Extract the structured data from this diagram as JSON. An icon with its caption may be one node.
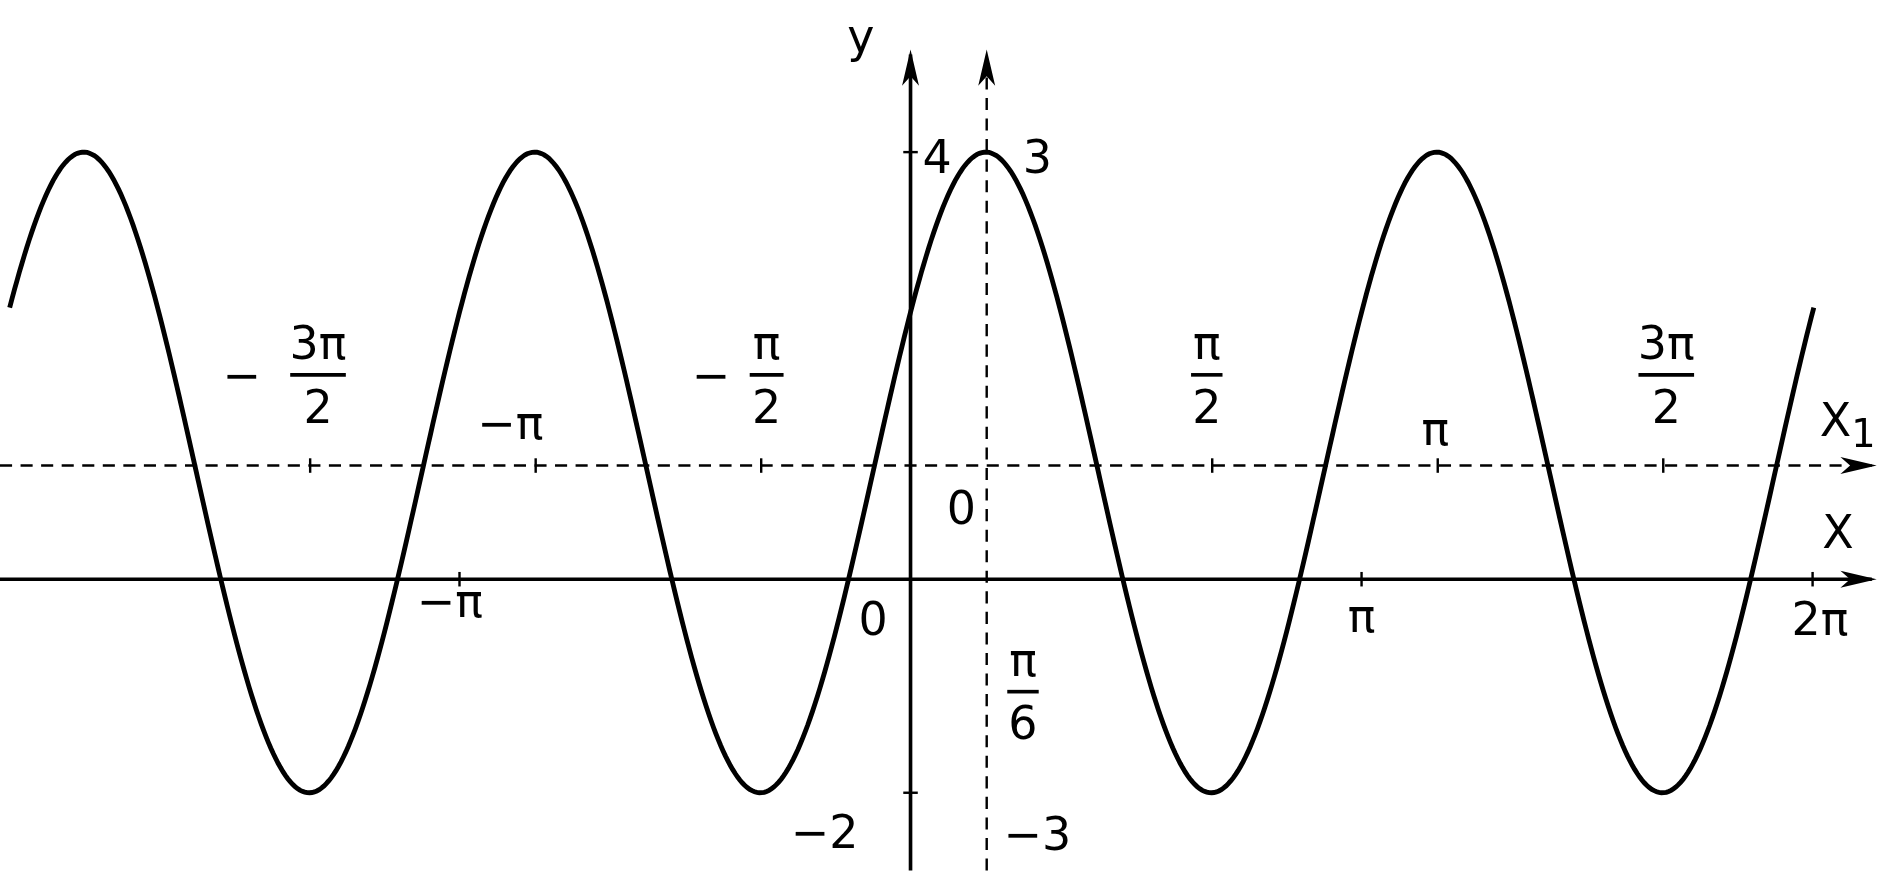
{
  "diagram": {
    "labels": [
      "y",
      "4",
      "3",
      "−",
      "3π",
      "2",
      "−",
      "π",
      "2",
      "π",
      "2",
      "3π",
      "2",
      "X$_{1}$",
      "−π",
      "π",
      "0",
      "X",
      "−π",
      "0",
      "π",
      "2π",
      "π",
      "6",
      "−2",
      "−3"
    ]
  }
}
